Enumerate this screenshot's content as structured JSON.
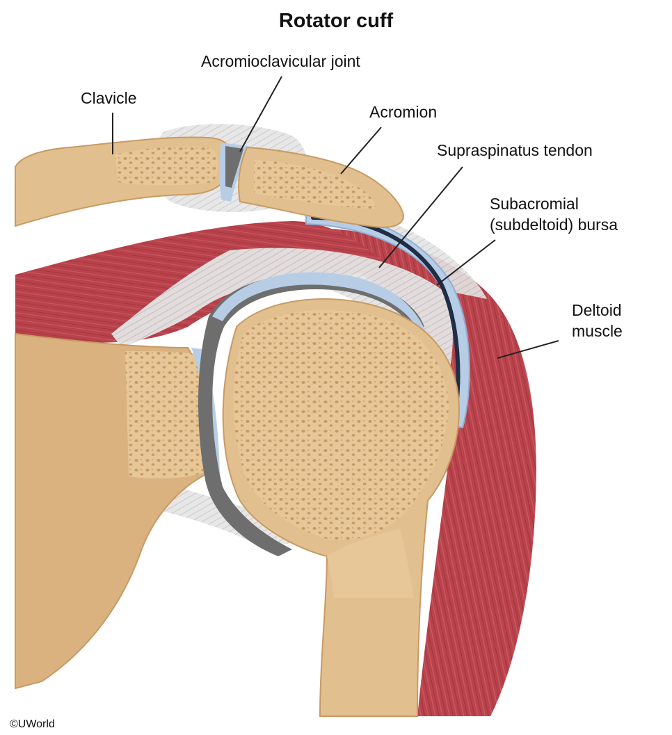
{
  "title": "Rotator cuff",
  "labels": {
    "clavicle": "Clavicle",
    "ac_joint": "Acromioclavicular joint",
    "acromion": "Acromion",
    "supraspinatus": "Supraspinatus tendon",
    "bursa_line1": "Subacromial",
    "bursa_line2": "(subdeltoid) bursa",
    "deltoid_line1": "Deltoid",
    "deltoid_line2": "muscle"
  },
  "credit": "©UWorld",
  "colors": {
    "bone": "#e2bf8f",
    "bone_dark": "#c89a63",
    "muscle": "#b8424b",
    "muscle_light": "#d77f86",
    "cartilage": "#b7cde6",
    "bursa_dark": "#1f2d45",
    "tendon": "#dcdcdc",
    "joint_space": "#6e6e6e"
  }
}
